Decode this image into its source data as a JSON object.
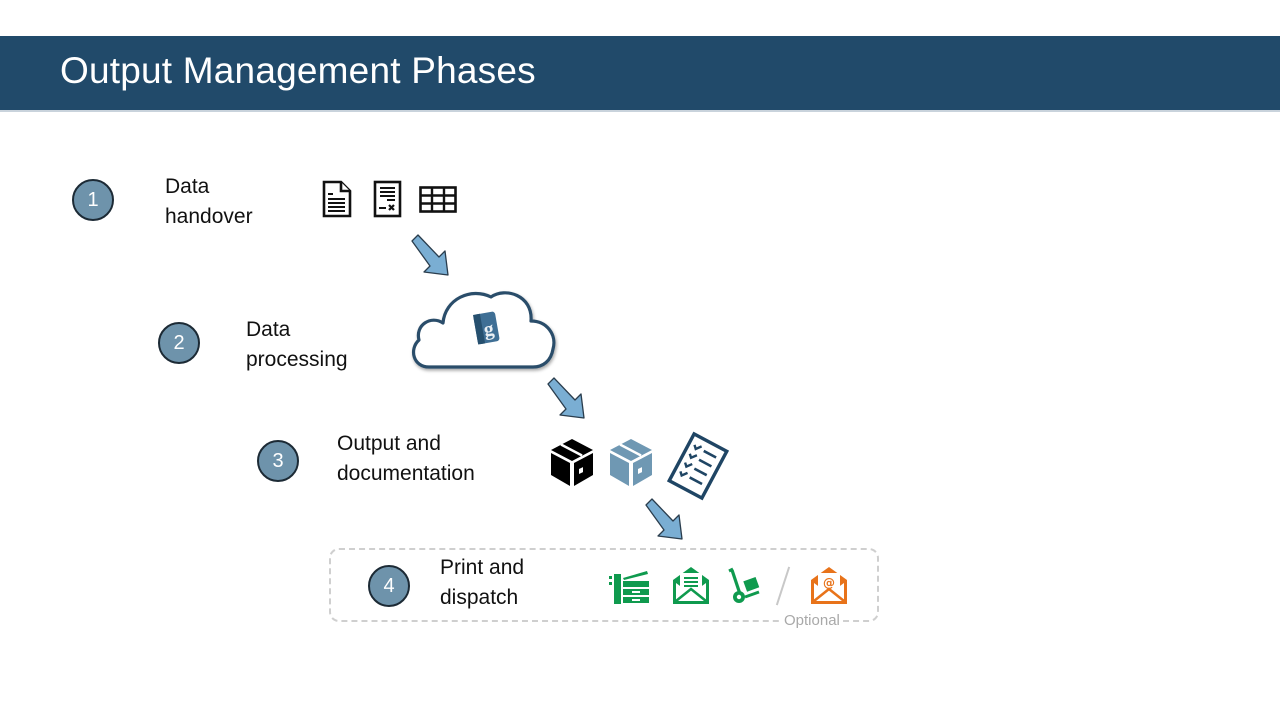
{
  "header": {
    "title": "Output Management Phases"
  },
  "phases": [
    {
      "number": "1",
      "label_lines": [
        "Data",
        "handover"
      ],
      "icons": [
        "document-icon",
        "invoice-icon",
        "table-icon"
      ]
    },
    {
      "number": "2",
      "label_lines": [
        "Data",
        "processing"
      ],
      "icons": [
        "cloud-processing-icon"
      ]
    },
    {
      "number": "3",
      "label_lines": [
        "Output and",
        "documentation"
      ],
      "icons": [
        "package-black-icon",
        "package-blue-icon",
        "checklist-icon"
      ]
    },
    {
      "number": "4",
      "label_lines": [
        "Print and",
        "dispatch"
      ],
      "icons": [
        "printer-icon",
        "mail-letter-icon",
        "hand-truck-icon",
        "email-icon"
      ],
      "optional_label": "Optional"
    }
  ],
  "colors": {
    "header_bg": "#214a6a",
    "badge_fill": "#6e93ab",
    "arrow_fill": "#7aaed3",
    "dispatch_green": "#0f9a4e",
    "email_orange": "#e8731a",
    "cloud_stroke": "#2b4e6b",
    "package_blue": "#6f98b3"
  }
}
